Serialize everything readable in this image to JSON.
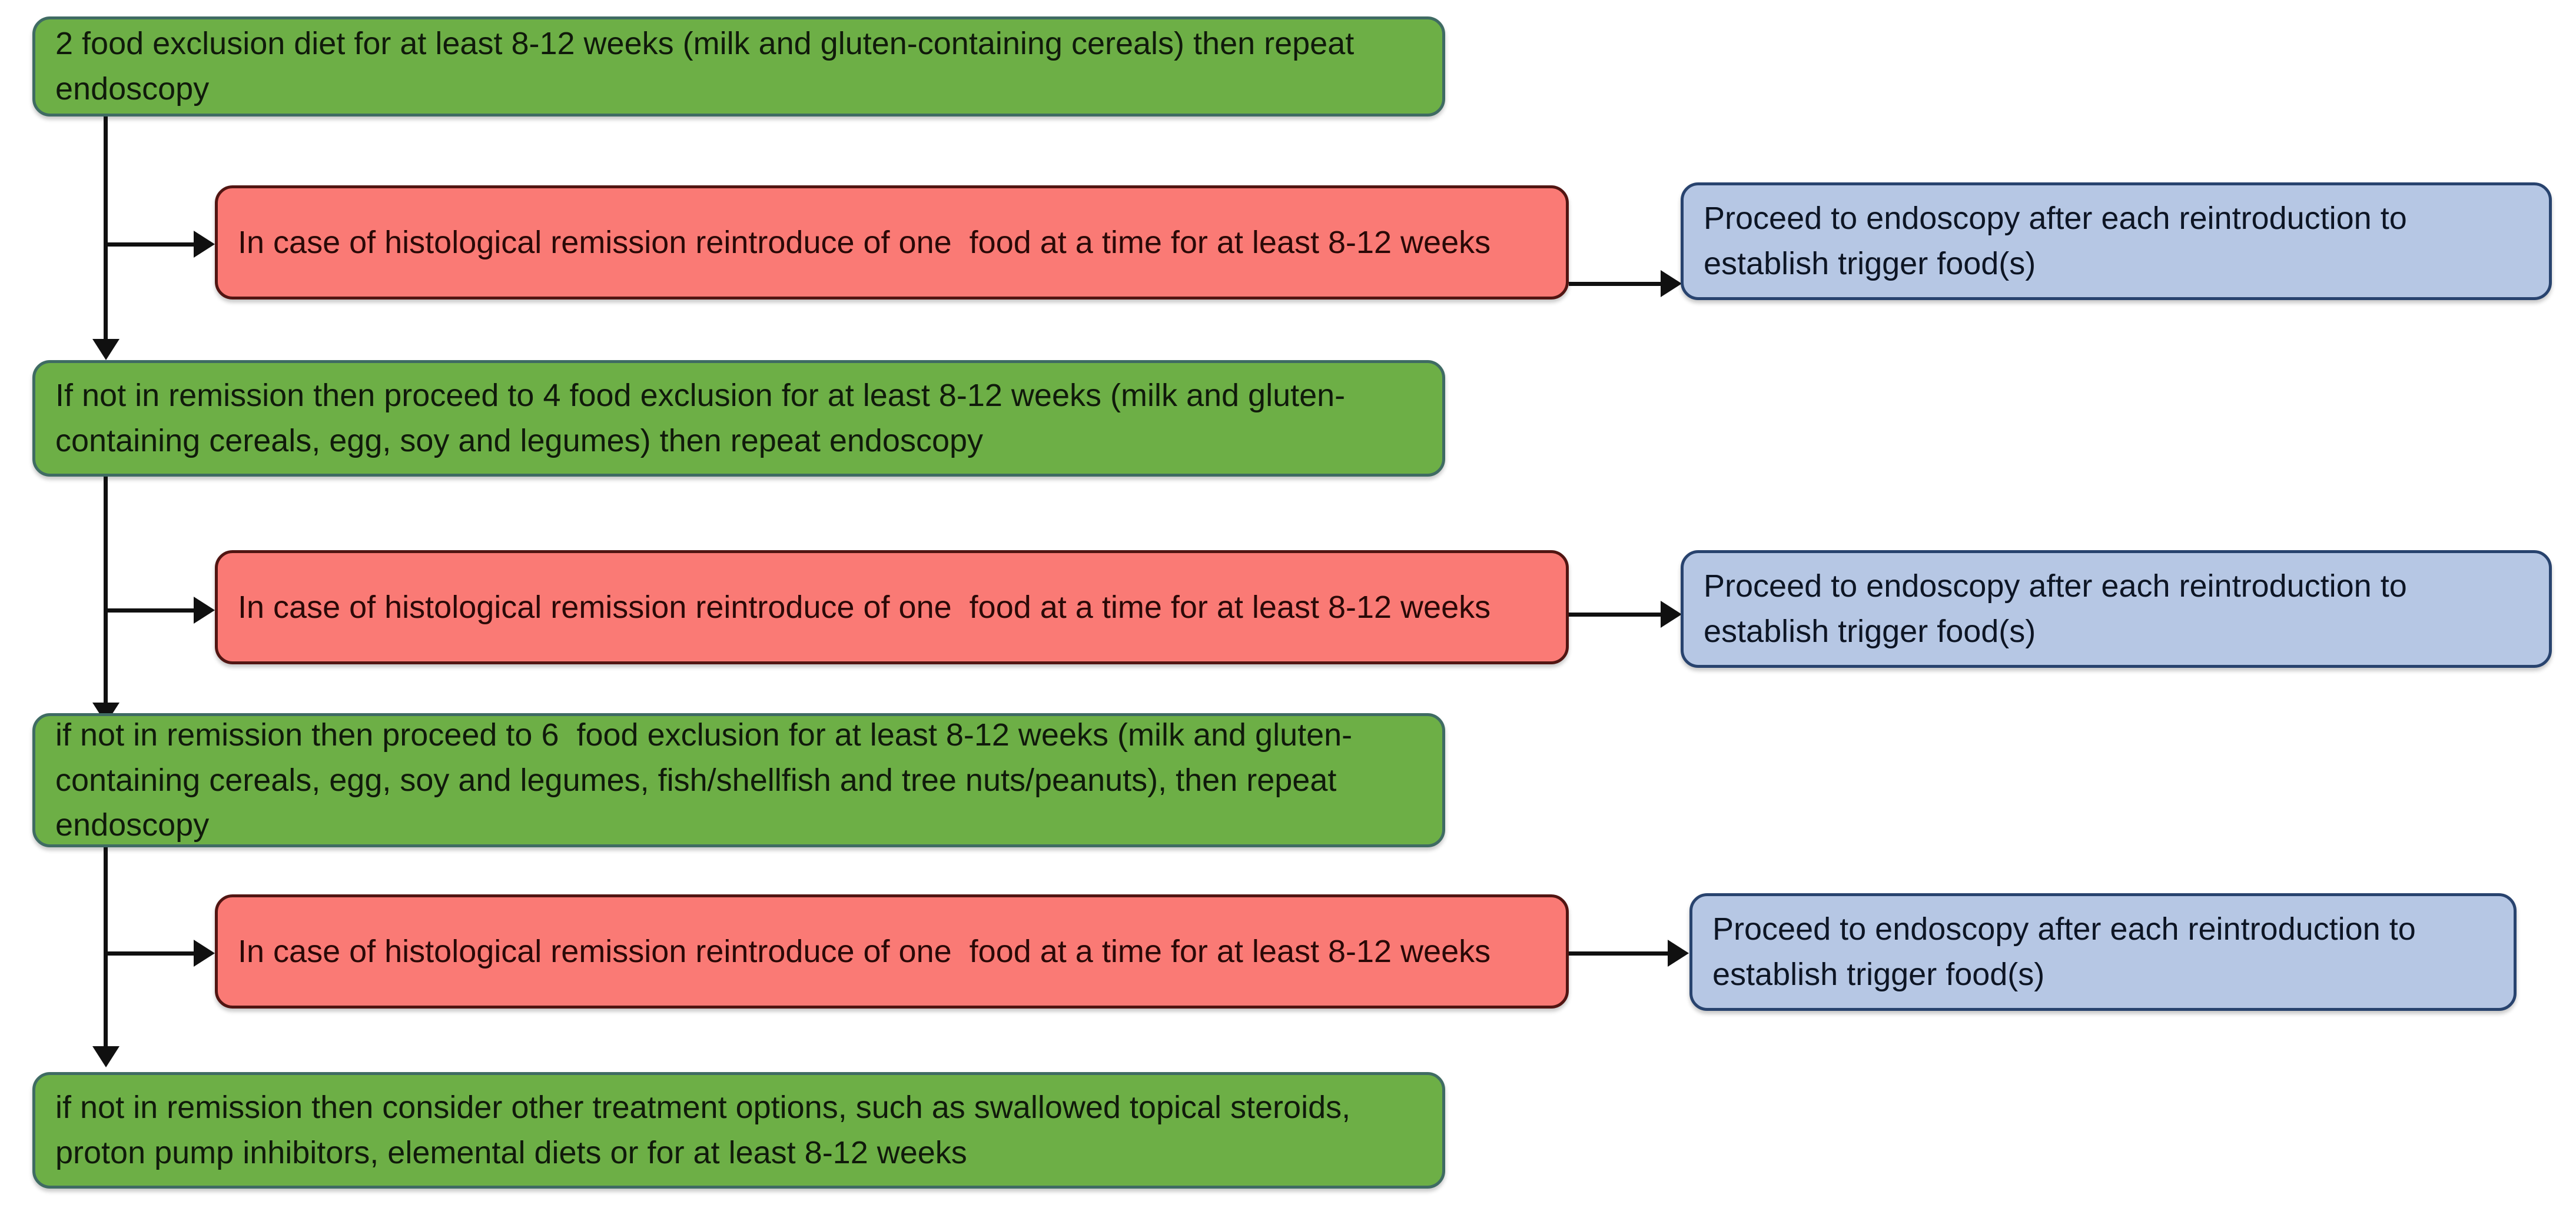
{
  "diagram": {
    "title": "Food exclusion diet step-up flowchart",
    "colors": {
      "green_fill": "#6DAF46",
      "green_border": "#3F6B63",
      "red_fill": "#FA7A75",
      "red_border": "#511512",
      "blue_fill": "#B6C7E4",
      "blue_border": "#28436E",
      "connector": "#101010",
      "background": "#FFFFFF"
    },
    "nodes": {
      "green_1": "2 food exclusion diet for at least 8-12 weeks (milk and gluten-containing cereals) then repeat endoscopy",
      "red_1": "In case of histological remission reintroduce of one  food at a time for at least 8-12 weeks",
      "blue_1": "Proceed to endoscopy after each reintroduction to establish trigger food(s)",
      "green_2": "If not in remission then proceed to 4 food exclusion for at least 8-12 weeks (milk and gluten-containing cereals, egg, soy and legumes) then repeat endoscopy",
      "red_2": "In case of histological remission reintroduce of one  food at a time for at least 8-12 weeks",
      "blue_2": "Proceed to endoscopy after each reintroduction to establish trigger food(s)",
      "green_3": "if not in remission then proceed to 6  food exclusion for at least 8-12 weeks (milk and gluten-containing cereals, egg, soy and legumes, fish/shellfish and tree nuts/peanuts), then repeat endoscopy",
      "red_3": "In case of histological remission reintroduce of one  food at a time for at least 8-12 weeks",
      "blue_3": "Proceed to endoscopy after each reintroduction to establish trigger food(s)",
      "green_4": "if not in remission then consider other treatment options, such as swallowed topical steroids, proton pump inhibitors, elemental diets or for at least 8-12 weeks"
    },
    "edges": [
      {
        "from": "green_1",
        "to": "red_1",
        "kind": "branch-right"
      },
      {
        "from": "green_1",
        "to": "green_2",
        "kind": "down"
      },
      {
        "from": "red_1",
        "to": "blue_1",
        "kind": "right"
      },
      {
        "from": "green_2",
        "to": "red_2",
        "kind": "branch-right"
      },
      {
        "from": "green_2",
        "to": "green_3",
        "kind": "down"
      },
      {
        "from": "red_2",
        "to": "blue_2",
        "kind": "right"
      },
      {
        "from": "green_3",
        "to": "red_3",
        "kind": "branch-right"
      },
      {
        "from": "green_3",
        "to": "green_4",
        "kind": "down"
      },
      {
        "from": "red_3",
        "to": "blue_3",
        "kind": "right"
      }
    ]
  }
}
